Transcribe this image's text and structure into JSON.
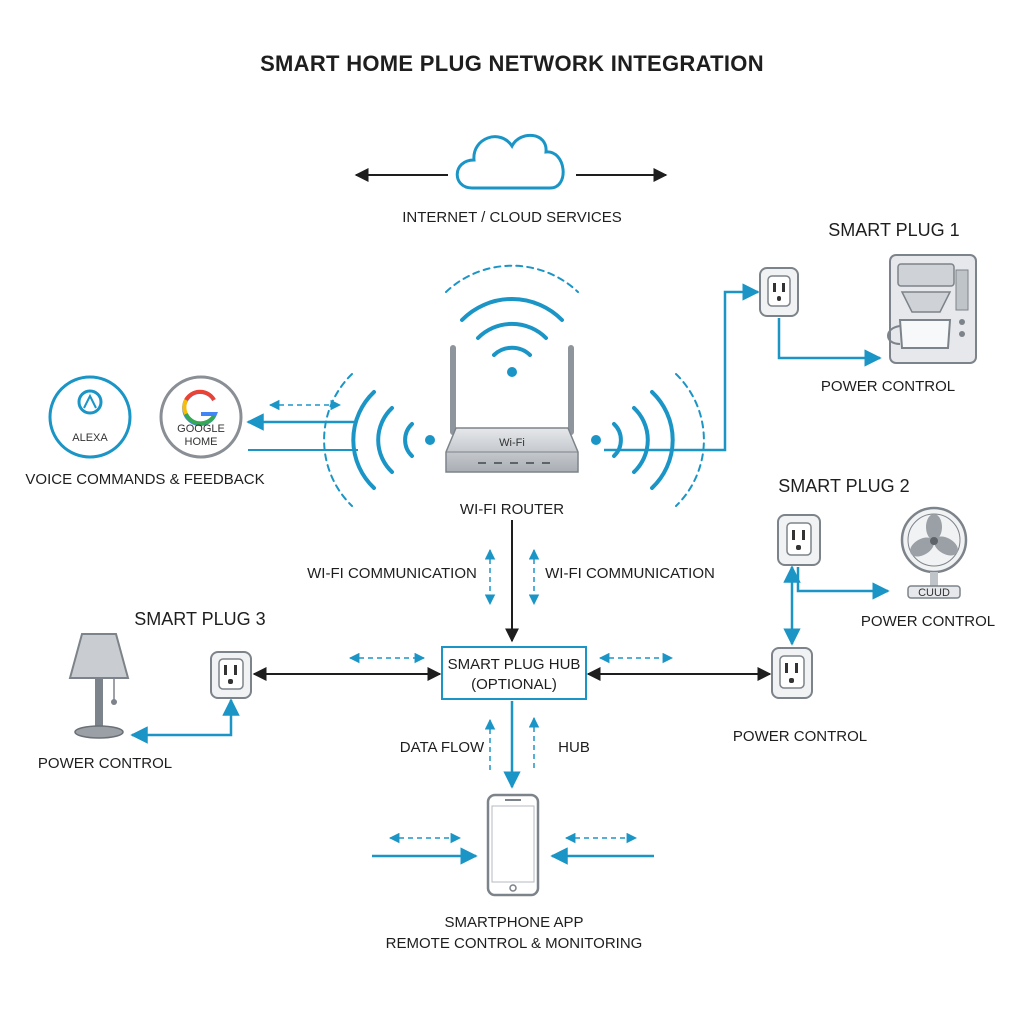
{
  "title": "SMART HOME PLUG NETWORK INTEGRATION",
  "cloud": {
    "label": "INTERNET / CLOUD SERVICES",
    "icon": "cloud-icon"
  },
  "router": {
    "label": "WI-FI ROUTER",
    "badge": "Wi-Fi",
    "icon": "router-icon"
  },
  "voice": {
    "alexa_label": "ALEXA",
    "google_label_1": "GOOGLE",
    "google_label_2": "HOME",
    "caption": "VOICE COMMANDS & FEEDBACK"
  },
  "plug1": {
    "title": "SMART PLUG 1",
    "control": "POWER CONTROL",
    "device": "coffee-maker-icon"
  },
  "plug2": {
    "title": "SMART PLUG 2",
    "control_fan": "POWER CONTROL",
    "control_outlet": "POWER CONTROL",
    "device": "fan-icon",
    "fan_brand": "CUUD"
  },
  "plug3": {
    "title": "SMART PLUG 3",
    "control": "POWER CONTROL",
    "device": "lamp-icon"
  },
  "links": {
    "wifi_left": "WI-FI COMMUNICATION",
    "wifi_right": "WI-FI COMMUNICATION",
    "data_flow": "DATA FLOW",
    "hub": "HUB"
  },
  "hub": {
    "line1": "SMART PLUG HUB",
    "line2": "(OPTIONAL)"
  },
  "phone": {
    "line1": "SMARTPHONE APP",
    "line2": "REMOTE CONTROL & MONITORING",
    "icon": "smartphone-icon"
  },
  "colors": {
    "accent": "#1b95c6",
    "ink": "#1e1e1e",
    "device": "#9aa0a6"
  }
}
